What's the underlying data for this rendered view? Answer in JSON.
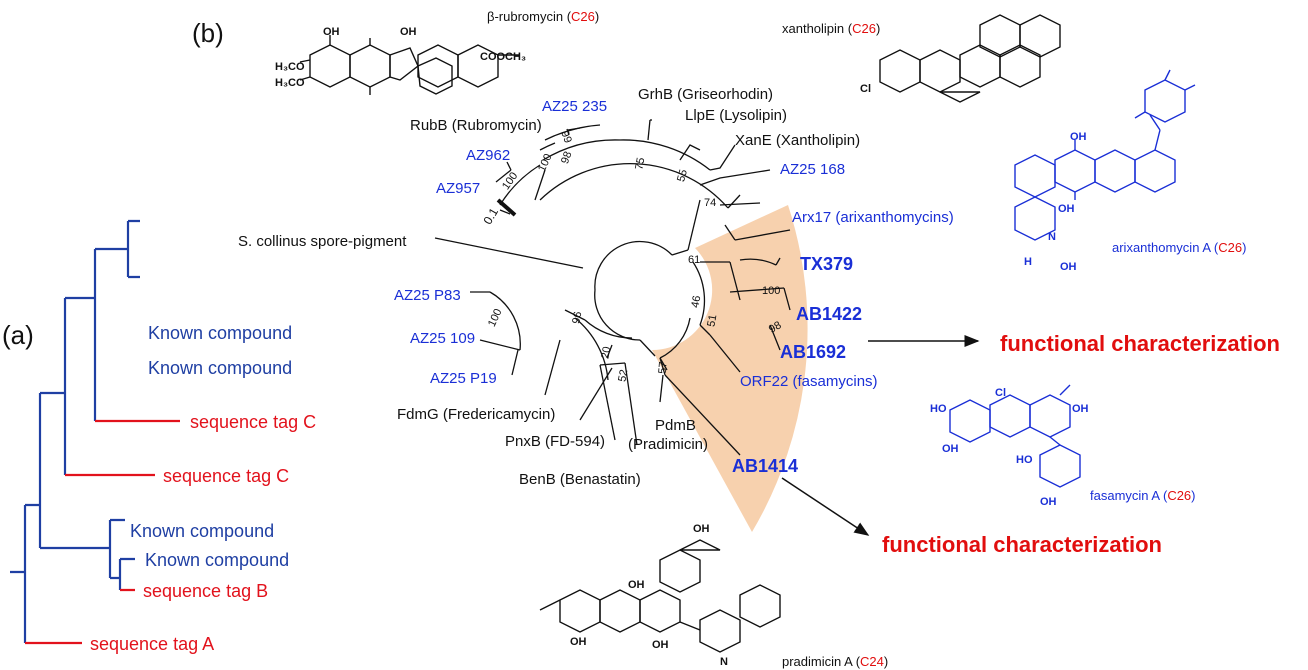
{
  "panel_labels": {
    "a": "(a)",
    "b": "(b)"
  },
  "colors": {
    "known": "#1f3fa3",
    "tag": "#e2121c",
    "wedge": "#f6c9a0",
    "accent_blue": "#1a2fd6",
    "accent_red": "#e10e0e"
  },
  "panel_a": {
    "known1": "Known compound",
    "known2": "Known compound",
    "tag_c1": "sequence tag C",
    "tag_c2": "sequence tag C",
    "known3": "Known compound",
    "known4": "Known compound",
    "tag_b": "sequence tag B",
    "tag_a": "sequence tag A"
  },
  "tree": {
    "scale": "0.1",
    "leaves": {
      "az25_235": "AZ25 235",
      "rubb": "RubB (Rubromycin)",
      "az962": "AZ962",
      "az957": "AZ957",
      "grhb": "GrhB (Griseorhodin)",
      "llpe": "LlpE (Lysolipin)",
      "xane": "XanE (Xantholipin)",
      "az25_168": "AZ25 168",
      "arx17": "Arx17 (arixanthomycins)",
      "collinus": "S. collinus spore-pigment",
      "tx379": "TX379",
      "ab1422": "AB1422",
      "ab1692": "AB1692",
      "orf22": "ORF22 (fasamycins)",
      "az25_p83": "AZ25 P83",
      "az25_109": "AZ25 109",
      "az25_p19": "AZ25 P19",
      "fdmg": "FdmG (Fredericamycin)",
      "pnxb": "PnxB (FD-594)",
      "pdmb": "PdmB",
      "pdmb_sub": "(Pradimicin)",
      "benb": "BenB (Benastatin)",
      "ab1414": "AB1414"
    },
    "bootstrap": {
      "b99": "99",
      "b100a": "100",
      "b98a": "98",
      "b75": "75",
      "b55": "55",
      "b74": "74",
      "b61": "61",
      "b100b": "100",
      "b98b": "98",
      "b46": "46",
      "b51": "51",
      "b100c": "100",
      "b96": "96",
      "b20": "20",
      "b52": "52",
      "b57": "57"
    }
  },
  "compounds": {
    "rubromycin_name": "β-rubromycin (",
    "rubromycin_c": "C26",
    "xantholipin_name": "xantholipin (",
    "xantholipin_c": "C26",
    "arixanthomycin_name": "arixanthomycin A (",
    "arixanthomycin_c": "C26",
    "fasamycin_name": "fasamycin A (",
    "fasamycin_c": "C26",
    "pradimicin_name": "pradimicin A (",
    "pradimicin_c": "C24",
    "close_paren": ")"
  },
  "annotations": {
    "functional1": "functional characterization",
    "functional2": "functional characterization"
  },
  "chem_labels": {
    "h3co_1": "H₃CO",
    "h3co_2": "H₃CO",
    "oh1": "OH",
    "oh2": "OH",
    "cooch3": "COOCH₃",
    "cl": "Cl",
    "h": "H",
    "oh": "OH",
    "ho": "HO",
    "n": "N",
    "nh": "N"
  }
}
